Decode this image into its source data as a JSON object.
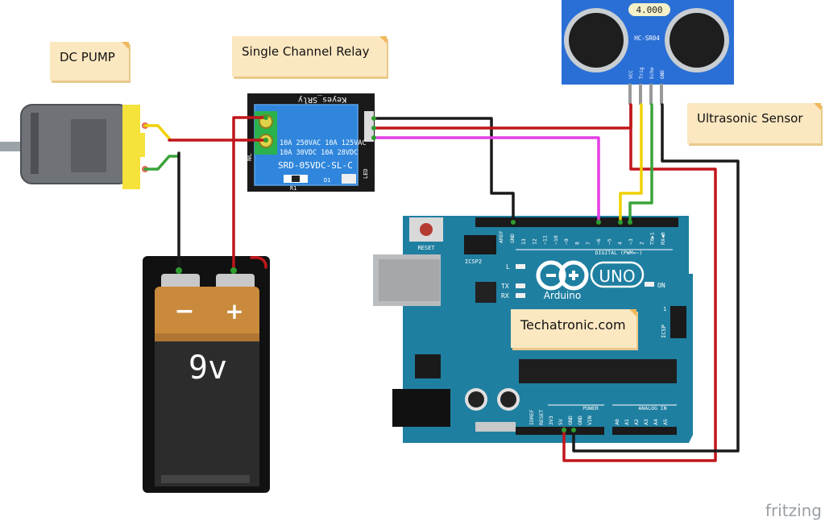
{
  "notes": {
    "dc_pump": "DC PUMP",
    "relay": "Single Channel Relay",
    "sensor": "Ultrasonic Sensor",
    "site": "Techatronic.com"
  },
  "relay": {
    "brand": "Keyes_SRly",
    "rating1": "10A 250VAC  10A 125VAC",
    "rating2": "10A  30VDC  10A  28VDC",
    "model": "SRD-05VDC-SL-C",
    "nc": "NC",
    "r1": "R1",
    "d1": "D1",
    "led": "LED"
  },
  "sensor": {
    "display": "4.000",
    "model": "HC-SR04",
    "pins": [
      "VCC",
      "Trig",
      "Echo",
      "GND"
    ]
  },
  "battery": {
    "minus": "−",
    "plus": "+",
    "voltage": "9v"
  },
  "arduino": {
    "reset": "RESET",
    "icsp2": "ICSP2",
    "icsp": "ICSP",
    "aref": "AREF",
    "gnd": "GND",
    "digital_pins": [
      "13",
      "12",
      "~11",
      "~10",
      "~9",
      "8",
      "7",
      "~6",
      "~5",
      "4",
      "~3",
      "2",
      "TX▶1",
      "RX◀0"
    ],
    "digital_label": "DIGITAL (PWM=~)",
    "l": "L",
    "tx": "TX",
    "rx": "RX",
    "on": "ON",
    "uno": "UNO",
    "brand": "Arduino",
    "power_label": "POWER",
    "power_pins": [
      "IOREF",
      "RESET",
      "3V3",
      "5V",
      "GND",
      "GND",
      "VIN"
    ],
    "analog_label": "ANALOG IN",
    "analog_pins": [
      "A0",
      "A1",
      "A2",
      "A3",
      "A4",
      "A5"
    ],
    "one": "1"
  },
  "footer": {
    "fritzing": "fritzing"
  },
  "colors": {
    "wire_red": "#c0161c",
    "wire_black": "#1a1a1a",
    "wire_green": "#3aa33a",
    "wire_yellow": "#f0d000",
    "wire_magenta": "#e33ee3",
    "board_teal": "#1f7fa1",
    "relay_blue": "#2c7fd0",
    "sensor_blue": "#2a6fd6",
    "battery_orange": "#c98a3c",
    "note_bg": "#fbe7c0"
  }
}
